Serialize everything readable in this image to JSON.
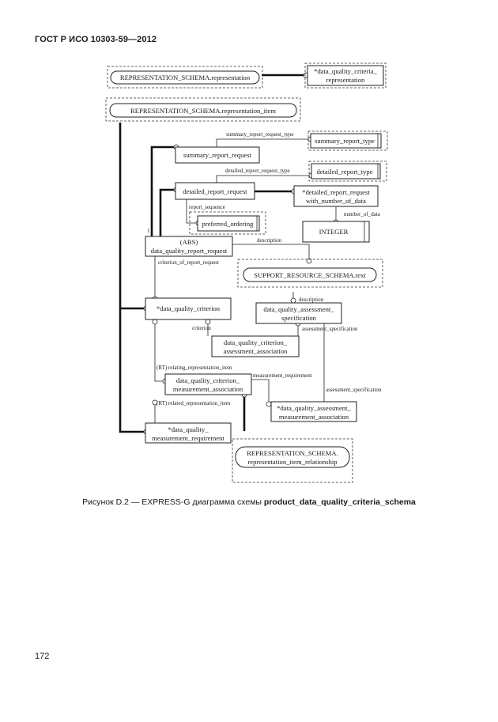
{
  "header": {
    "title": "ГОСТ Р ИСО 10303-59—2012"
  },
  "entities": {
    "rep_schema_representation": "REPRESENTATION_SCHEMA.representation",
    "dq_criteria_representation_1": "*data_quality_criteria_",
    "dq_criteria_representation_2": "representation",
    "rep_schema_representation_item": "REPRESENTATION_SCHEMA.representation_item",
    "summary_report_request": "summary_report_request",
    "summary_report_type": "summary_report_type",
    "detailed_report_request": "detailed_report_request",
    "detailed_report_type": "detailed_report_type",
    "detailed_with_number_1": "*detailed_report_request",
    "detailed_with_number_2": "with_number_of_data",
    "preferred_ordering": "preferred_ordering",
    "integer": "INTEGER",
    "dq_report_request_1": "(ABS)",
    "dq_report_request_2": "data_quality_report_request",
    "support_resource_text": "SUPPORT_RESOURCE_SCHEMA.text",
    "dq_criterion": "*data_quality_criterion",
    "dq_assessment_spec_1": "data_quality_assessment_",
    "dq_assessment_spec_2": "specification",
    "dq_criterion_assessment_1": "data_quality_criterion_",
    "dq_criterion_assessment_2": "assessment_association",
    "dq_criterion_measurement_1": "data_quality_criterion_",
    "dq_criterion_measurement_2": "measurement_association",
    "dq_assessment_measurement_1": "*data_quality_assessment_",
    "dq_assessment_measurement_2": "measurement_association",
    "dq_measurement_requirement_1": "*data_quality_",
    "dq_measurement_requirement_2": "measurement_requirement",
    "rep_item_relationship_1": "REPRESENTATION_SCHEMA.",
    "rep_item_relationship_2": "representation_item_relationship"
  },
  "labels": {
    "summary_report_request_type": "summary_report_request_type",
    "detailed_report_request_type": "detailed_report_request_type",
    "report_sequence": "report_sequence",
    "number_of_data": "number_of_data",
    "description_1": "description",
    "criterion_of_report_request": "criterion_of_report_request",
    "description_2": "description",
    "criterion": "criterion",
    "assessment_specification_1": "assessment_specification",
    "relating_representation_item": "(RT) relating_representation_item",
    "measurement_requirement": "measurement_requirement",
    "assessment_specification_2": "assessment_specification",
    "related_representation_item": "(RT) related_representation_item",
    "one": "1"
  },
  "caption": {
    "prefix": "Рисунок D.2 — EXPRESS-G диаграмма схемы ",
    "schema": "product_data_quality_criteria_schema"
  },
  "page_number": "172"
}
